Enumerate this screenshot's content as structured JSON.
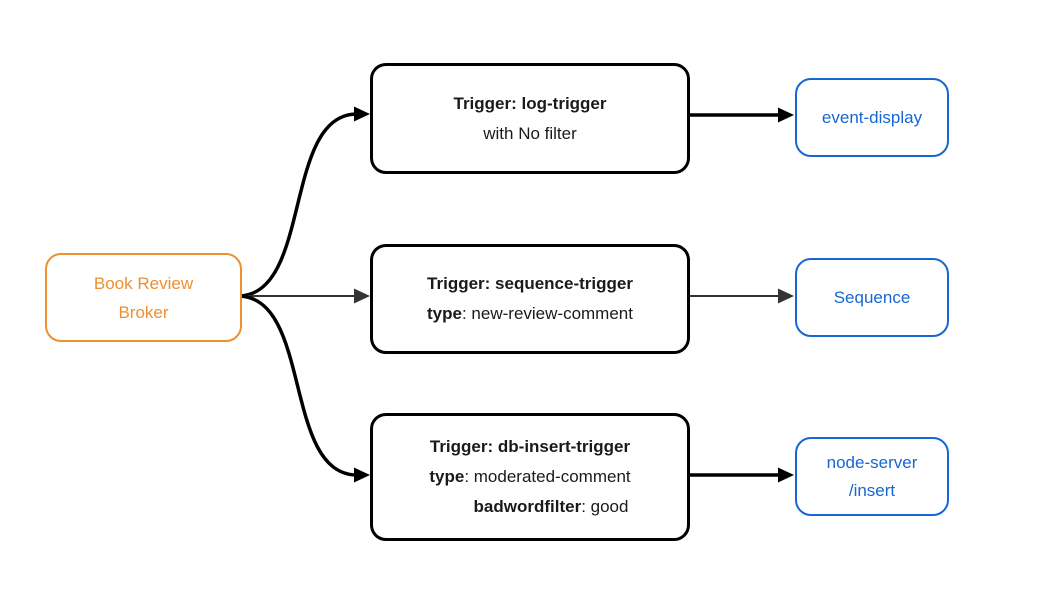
{
  "diagram": {
    "background": "#ffffff",
    "colors": {
      "broker_accent": "#ef8f2f",
      "sink_accent": "#1667d3",
      "trigger_border": "#000000",
      "trigger_text": "#1a1a1a",
      "edge_thick": "#000000",
      "edge_normal": "#333333"
    },
    "nodes": {
      "broker": {
        "lines": [
          "Book Review",
          "Broker"
        ]
      },
      "log_trigger": {
        "lines": [
          {
            "segments": [
              {
                "t": "Trigger: log-trigger",
                "b": true
              }
            ]
          },
          {
            "segments": [
              {
                "t": "with No filter",
                "b": false
              }
            ]
          }
        ]
      },
      "sequence_trigger": {
        "lines": [
          {
            "segments": [
              {
                "t": "Trigger: sequence-trigger",
                "b": true
              }
            ]
          },
          {
            "segments": [
              {
                "t": "type",
                "b": true
              },
              {
                "t": ": new-review-comment",
                "b": false
              }
            ]
          }
        ]
      },
      "db_insert_trigger": {
        "lines": [
          {
            "segments": [
              {
                "t": "Trigger: db-insert-trigger",
                "b": true
              }
            ]
          },
          {
            "segments": [
              {
                "t": "type",
                "b": true
              },
              {
                "t": ": moderated-comment",
                "b": false
              }
            ]
          },
          {
            "segments": [
              {
                "t": "badwordfilter",
                "b": true
              },
              {
                "t": ": good",
                "b": false
              }
            ]
          }
        ]
      },
      "event_display": {
        "lines": [
          "event-display"
        ]
      },
      "sequence": {
        "lines": [
          "Sequence"
        ]
      },
      "node_server_insert": {
        "lines": [
          "node-server",
          "/insert"
        ]
      }
    },
    "edges": [
      {
        "from": "broker",
        "to": "log_trigger",
        "style": "thick"
      },
      {
        "from": "broker",
        "to": "sequence_trigger",
        "style": "normal"
      },
      {
        "from": "broker",
        "to": "db_insert_trigger",
        "style": "thick"
      },
      {
        "from": "log_trigger",
        "to": "event_display",
        "style": "thick"
      },
      {
        "from": "sequence_trigger",
        "to": "sequence",
        "style": "normal"
      },
      {
        "from": "db_insert_trigger",
        "to": "node_server_insert",
        "style": "thick"
      }
    ]
  }
}
